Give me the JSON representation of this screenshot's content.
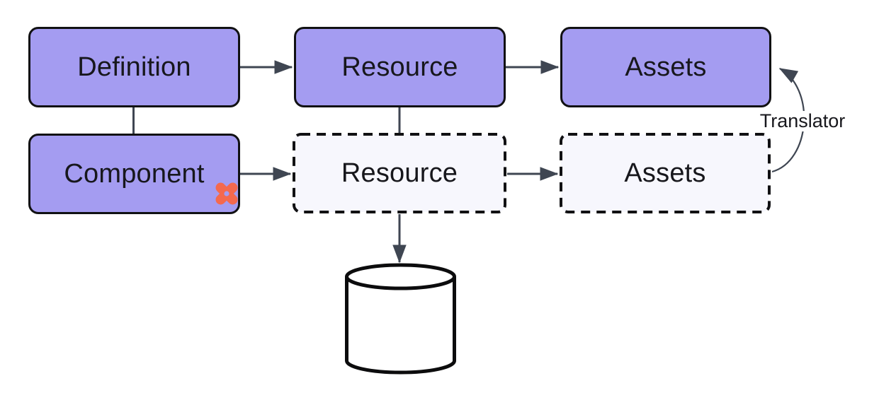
{
  "nodes": {
    "definition": {
      "label": "Definition"
    },
    "component": {
      "label": "Component"
    },
    "resource_main": {
      "label": "Resource"
    },
    "assets_main": {
      "label": "Assets"
    },
    "resource_generated": {
      "label": "Resource"
    },
    "assets_generated": {
      "label": "Assets"
    }
  },
  "edges": {
    "translator_label": "Translator"
  },
  "icons": {
    "component_badge": "x-pinwheel-icon",
    "storage": "database-cylinder-icon"
  },
  "colors": {
    "node_fill": "#a49cf1",
    "node_border": "#111113",
    "generated_fill": "#f7f7fd",
    "connector": "#3f4652",
    "badge": "#f4694e",
    "text": "#17171c",
    "background": "#ffffff"
  }
}
